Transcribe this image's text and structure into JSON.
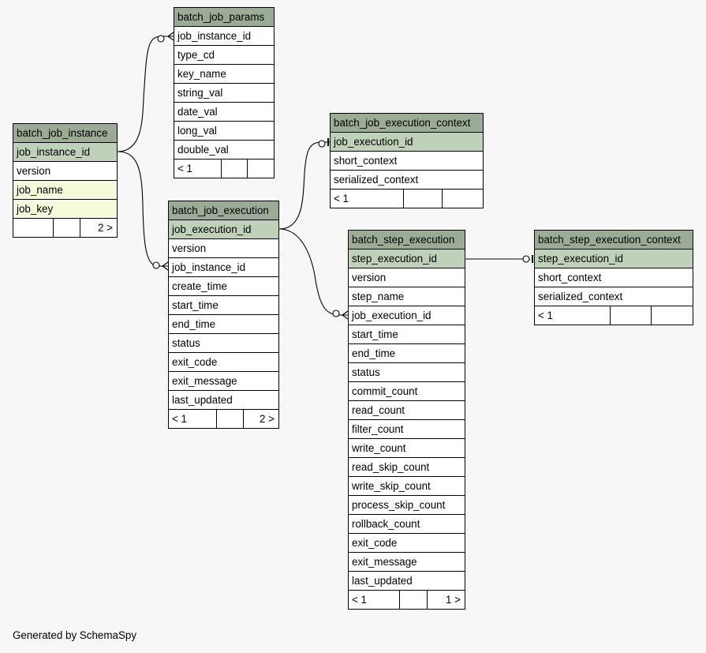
{
  "footer": {
    "generated_by": "Generated by SchemaSpy"
  },
  "tables": {
    "batch_job_instance": {
      "name": "batch_job_instance",
      "columns": [
        {
          "name": "job_instance_id",
          "kind": "pk"
        },
        {
          "name": "version",
          "kind": "plain"
        },
        {
          "name": "job_name",
          "kind": "idx"
        },
        {
          "name": "job_key",
          "kind": "idx"
        }
      ],
      "footer": {
        "parents": "",
        "rows": "",
        "children": "2 >"
      }
    },
    "batch_job_params": {
      "name": "batch_job_params",
      "columns": [
        {
          "name": "job_instance_id",
          "kind": "plain"
        },
        {
          "name": "type_cd",
          "kind": "plain"
        },
        {
          "name": "key_name",
          "kind": "plain"
        },
        {
          "name": "string_val",
          "kind": "plain"
        },
        {
          "name": "date_val",
          "kind": "plain"
        },
        {
          "name": "long_val",
          "kind": "plain"
        },
        {
          "name": "double_val",
          "kind": "plain"
        }
      ],
      "footer": {
        "parents": "< 1",
        "rows": "",
        "children": ""
      }
    },
    "batch_job_execution": {
      "name": "batch_job_execution",
      "columns": [
        {
          "name": "job_execution_id",
          "kind": "pk"
        },
        {
          "name": "version",
          "kind": "plain"
        },
        {
          "name": "job_instance_id",
          "kind": "plain"
        },
        {
          "name": "create_time",
          "kind": "plain"
        },
        {
          "name": "start_time",
          "kind": "plain"
        },
        {
          "name": "end_time",
          "kind": "plain"
        },
        {
          "name": "status",
          "kind": "plain"
        },
        {
          "name": "exit_code",
          "kind": "plain"
        },
        {
          "name": "exit_message",
          "kind": "plain"
        },
        {
          "name": "last_updated",
          "kind": "plain"
        }
      ],
      "footer": {
        "parents": "< 1",
        "rows": "",
        "children": "2 >"
      }
    },
    "batch_job_execution_context": {
      "name": "batch_job_execution_context",
      "columns": [
        {
          "name": "job_execution_id",
          "kind": "pk"
        },
        {
          "name": "short_context",
          "kind": "plain"
        },
        {
          "name": "serialized_context",
          "kind": "plain"
        }
      ],
      "footer": {
        "parents": "< 1",
        "rows": "",
        "children": ""
      }
    },
    "batch_step_execution": {
      "name": "batch_step_execution",
      "columns": [
        {
          "name": "step_execution_id",
          "kind": "pk"
        },
        {
          "name": "version",
          "kind": "plain"
        },
        {
          "name": "step_name",
          "kind": "plain"
        },
        {
          "name": "job_execution_id",
          "kind": "plain"
        },
        {
          "name": "start_time",
          "kind": "plain"
        },
        {
          "name": "end_time",
          "kind": "plain"
        },
        {
          "name": "status",
          "kind": "plain"
        },
        {
          "name": "commit_count",
          "kind": "plain"
        },
        {
          "name": "read_count",
          "kind": "plain"
        },
        {
          "name": "filter_count",
          "kind": "plain"
        },
        {
          "name": "write_count",
          "kind": "plain"
        },
        {
          "name": "read_skip_count",
          "kind": "plain"
        },
        {
          "name": "write_skip_count",
          "kind": "plain"
        },
        {
          "name": "process_skip_count",
          "kind": "plain"
        },
        {
          "name": "rollback_count",
          "kind": "plain"
        },
        {
          "name": "exit_code",
          "kind": "plain"
        },
        {
          "name": "exit_message",
          "kind": "plain"
        },
        {
          "name": "last_updated",
          "kind": "plain"
        }
      ],
      "footer": {
        "parents": "< 1",
        "rows": "",
        "children": "1 >"
      }
    },
    "batch_step_execution_context": {
      "name": "batch_step_execution_context",
      "columns": [
        {
          "name": "step_execution_id",
          "kind": "pk"
        },
        {
          "name": "short_context",
          "kind": "plain"
        },
        {
          "name": "serialized_context",
          "kind": "plain"
        }
      ],
      "footer": {
        "parents": "< 1",
        "rows": "",
        "children": ""
      }
    }
  },
  "relationships": [
    {
      "parent": "batch_job_instance",
      "parent_column": "job_instance_id",
      "child": "batch_job_params",
      "child_column": "job_instance_id",
      "cardinality": "zero-or-many"
    },
    {
      "parent": "batch_job_instance",
      "parent_column": "job_instance_id",
      "child": "batch_job_execution",
      "child_column": "job_instance_id",
      "cardinality": "zero-or-many"
    },
    {
      "parent": "batch_job_execution",
      "parent_column": "job_execution_id",
      "child": "batch_job_execution_context",
      "child_column": "job_execution_id",
      "cardinality": "zero-or-one"
    },
    {
      "parent": "batch_job_execution",
      "parent_column": "job_execution_id",
      "child": "batch_step_execution",
      "child_column": "job_execution_id",
      "cardinality": "zero-or-many"
    },
    {
      "parent": "batch_step_execution",
      "parent_column": "step_execution_id",
      "child": "batch_step_execution_context",
      "child_column": "step_execution_id",
      "cardinality": "zero-or-one"
    }
  ]
}
